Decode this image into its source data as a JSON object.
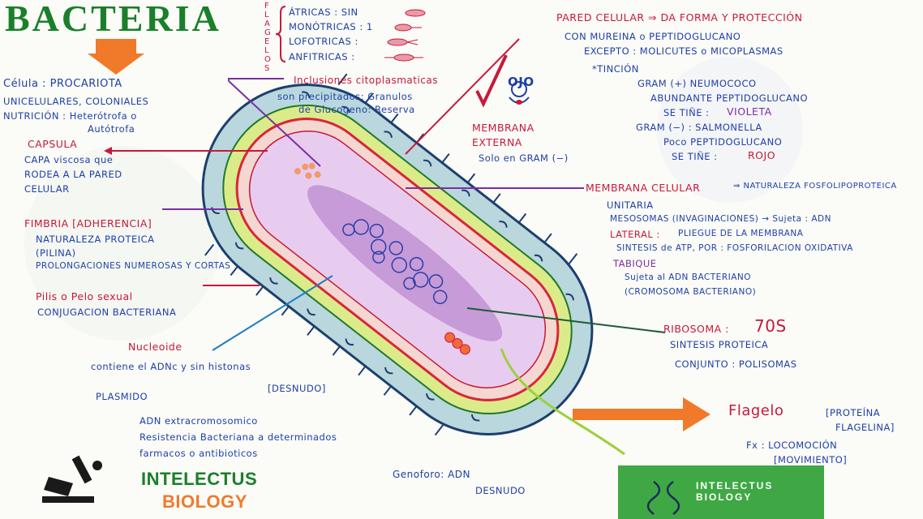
{
  "title": {
    "text": "BACTERIA",
    "c1": "#1a7f2a",
    "c2": "#c8183a",
    "c3": "#1f3fa8"
  },
  "flagelos": {
    "side_label": "FLAGELOS",
    "items": [
      "ÁTRICAS : SIN",
      "MONÓTRICAS : 1",
      "LOFOTRICAS :",
      "ANFITRICAS :"
    ]
  },
  "left": {
    "celula": "Célula : PROCARIOTA",
    "unicelulares": "UNICELULARES, COLONIALES",
    "nutricion": "NUTRICIÓN : Heterótrofa o",
    "autotrofa": "Autótrofa",
    "capsula_title": "CAPSULA",
    "capsula_1": "CAPA viscosa que",
    "capsula_2": "RODEA A LA PARED",
    "capsula_3": "CELULAR",
    "fimbria_title": "FIMBRIA [ADHERENCIA]",
    "fimbria_1": "NATURALEZA PROTEICA",
    "fimbria_2": "(PILINA)",
    "fimbria_3": "PROLONGACIONES NUMEROSAS Y CORTAS",
    "pili_title": "Pilis o Pelo sexual",
    "pili_1": "CONJUGACION BACTERIANA",
    "nucleoide_title": "Nucleoide",
    "nucleoide_1": "contiene el ADNc y sin histonas",
    "nucleoide_2": "[DESNUDO]",
    "plasmido_title": "PLASMIDO",
    "plasmido_1": "ADN extracromosomico",
    "plasmido_2": "Resistencia Bacteriana a determinados",
    "plasmido_3": "farmacos o antibioticos"
  },
  "center": {
    "inclusiones_title": "Inclusiones citoplasmaticas",
    "inclusiones_1": "son precipitados: Granulos",
    "inclusiones_2": "de Glucogeno: Reserva",
    "ojo": "OJO",
    "membrana_externa_1": "MEMBRANA",
    "membrana_externa_2": "EXTERNA",
    "membrana_externa_3": "Solo en GRAM (−)",
    "genoforo_1": "Genoforo: ADN",
    "genoforo_2": "DESNUDO",
    "intelectus_1": "INTELECTUS",
    "intelectus_2": "BIOLOGY"
  },
  "right": {
    "pared_title": "PARED CELULAR ⇒ DA FORMA Y PROTECCIÓN",
    "pared_1": "CON MUREINA o PEPTIDOGLUCANO",
    "pared_2": "EXCEPTO : MOLICUTES o MICOPLASMAS",
    "tincion": "*TINCIÓN",
    "gram_pos": "GRAM (+) NEUMOCOCO",
    "gram_pos_1": "ABUNDANTE PEPTIDOGLUCANO",
    "gram_pos_2": "SE TIÑE :",
    "gram_pos_color": "VIOLETA",
    "gram_neg": "GRAM (−) : SALMONELLA",
    "gram_neg_1": "Poco PEPTIDOGLUCANO",
    "gram_neg_2": "SE TIÑE :",
    "gram_neg_color": "ROJO",
    "membrana_title": "MEMBRANA CELULAR",
    "membrana_nat": "⇒ NATURALEZA FOSFOLIPOPROTEICA",
    "membrana_1": "UNITARIA",
    "membrana_2": "MESOSOMAS (INVAGINACIONES) → Sujeta : ADN",
    "lateral_title": "LATERAL :",
    "lateral_1": "PLIEGUE DE LA MEMBRANA",
    "lateral_2": "SINTESIS de ATP, POR : FOSFORILACION OXIDATIVA",
    "tabique_title": "TABIQUE",
    "tabique_1": "Sujeta al ADN BACTERIANO",
    "tabique_2": "(CROMOSOMA BACTERIANO)",
    "ribosoma_title": "RIBOSOMA :",
    "ribosoma_value": "70S",
    "ribosoma_1": "SINTESIS PROTEICA",
    "ribosoma_2": "CONJUNTO : POLISOMAS",
    "flagelo_title": "Flagelo",
    "flagelo_1": "[PROTEÍNA",
    "flagelo_2": "FLAGELINA]",
    "flagelo_3": "Fx : LOCOMOCIÓN",
    "flagelo_4": "[MOVIMIENTO]",
    "badge_1": "INTELECTUS",
    "badge_2": "BIOLOGY"
  }
}
